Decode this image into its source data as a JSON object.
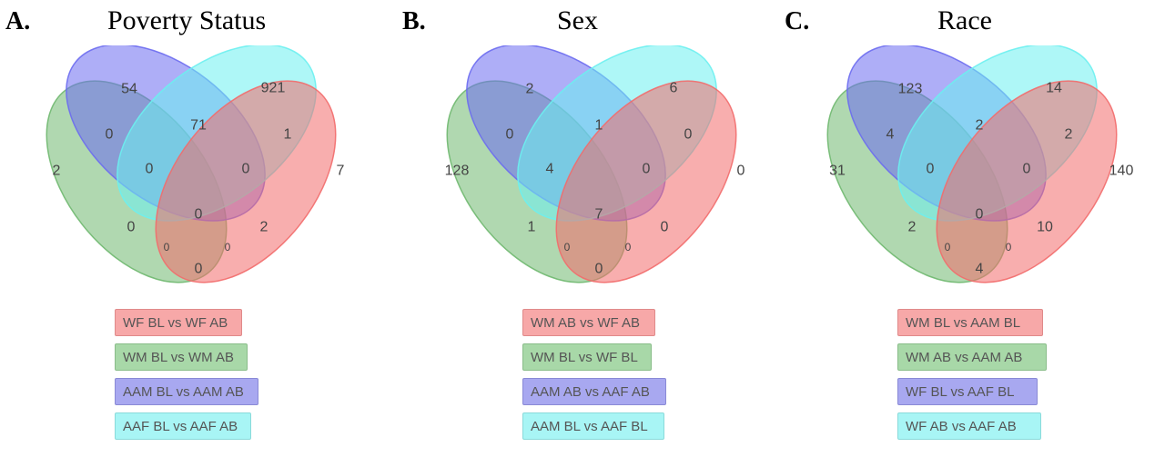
{
  "colors": {
    "red": "#f26b6b",
    "green": "#6fb86f",
    "blue": "#6b6bf0",
    "cyan": "#6bf0f0"
  },
  "panels": [
    {
      "letter": "A.",
      "title": "Poverty Status",
      "regions": {
        "blue_only": "54",
        "cyan_only": "921",
        "green_only": "2",
        "red_only": "7",
        "green_blue": "0",
        "blue_cyan": "71",
        "cyan_red": "1",
        "green_blue_cyan": "0",
        "blue_cyan_red": "0",
        "green_cyan": "0",
        "blue_red": "2",
        "all": "0",
        "green_cyan_red": "0",
        "green_blue_red": "0",
        "green_red": "0"
      },
      "legend": [
        "WF BL vs WF AB",
        "WM BL vs WM AB",
        "AAM BL vs AAM AB",
        "AAF BL vs AAF AB"
      ]
    },
    {
      "letter": "B.",
      "title": "Sex",
      "regions": {
        "blue_only": "2",
        "cyan_only": "6",
        "green_only": "128",
        "red_only": "0",
        "green_blue": "0",
        "blue_cyan": "1",
        "cyan_red": "0",
        "green_blue_cyan": "4",
        "blue_cyan_red": "0",
        "green_cyan": "1",
        "blue_red": "0",
        "all": "7",
        "green_cyan_red": "0",
        "green_blue_red": "0",
        "green_red": "0"
      },
      "legend": [
        "WM AB vs WF AB",
        "WM BL vs WF BL",
        "AAM AB vs AAF AB",
        "AAM BL vs AAF BL"
      ]
    },
    {
      "letter": "C.",
      "title": "Race",
      "regions": {
        "blue_only": "123",
        "cyan_only": "14",
        "green_only": "31",
        "red_only": "140",
        "green_blue": "4",
        "blue_cyan": "2",
        "cyan_red": "2",
        "green_blue_cyan": "0",
        "blue_cyan_red": "0",
        "green_cyan": "2",
        "blue_red": "10",
        "all": "0",
        "green_cyan_red": "0",
        "green_blue_red": "0",
        "green_red": "4"
      },
      "legend": [
        "WM BL vs AAM BL",
        "WM AB vs AAM AB",
        "WF BL vs AAF BL",
        "WF AB vs AAF AB"
      ]
    }
  ]
}
